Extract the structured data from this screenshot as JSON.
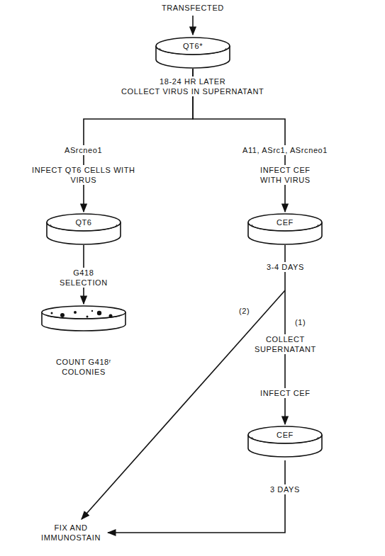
{
  "diagram": {
    "nodes": [
      {
        "text": [
          "QT6*"
        ]
      },
      {
        "text": [
          "QT6"
        ]
      },
      {
        "text": [
          "COUNT G418ʳ COLONIES"
        ]
      },
      {
        "text": [
          "CEF"
        ]
      },
      {
        "text": [
          "CEF"
        ]
      }
    ],
    "edges": [
      {
        "from": 0,
        "to": 1,
        "arrow": "to"
      },
      {
        "from": 0,
        "to": 3,
        "arrow": "to"
      },
      {
        "from": 1,
        "to": 2,
        "arrow": "to"
      },
      {
        "from": 3,
        "to": 4,
        "arrow": "to"
      }
    ],
    "labels": [
      "TRANSFECTED",
      "18-24 HR LATER COLLECT VIRUS IN SUPERNATANT",
      "ASrcneo1",
      "A11, ASrc1, ASrcneo1",
      "INFECT QT6 CELLS WITH VIRUS",
      "INFECT CEF WITH VIRUS",
      "G418 SELECTION",
      "3-4 DAYS",
      "(2)",
      "(1)",
      "COLLECT SUPERNATANT",
      "INFECT CEF",
      "3 DAYS",
      "FIX AND IMMUNOSTAIN"
    ]
  }
}
